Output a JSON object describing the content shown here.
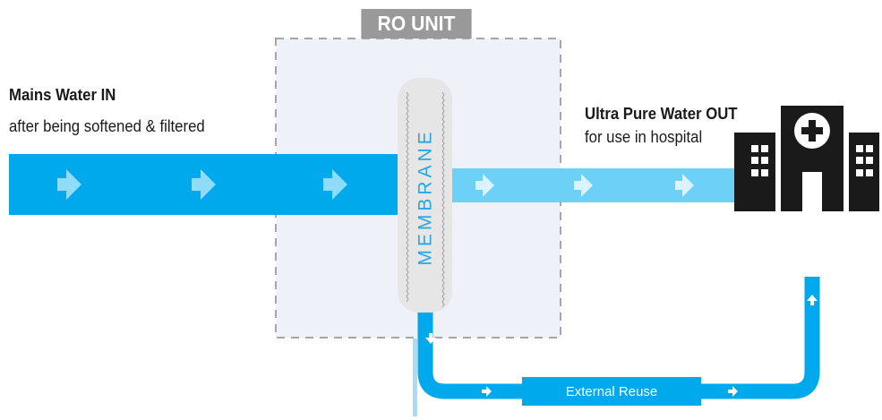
{
  "unit_label": "RO UNIT",
  "inlet": {
    "title": "Mains Water IN",
    "subtitle": "after being softened & filtered"
  },
  "outlet": {
    "title": "Ultra Pure Water OUT",
    "subtitle": "for use in hospital"
  },
  "membrane_label": "MEMBRANE",
  "reuse_label": "External Reuse",
  "icons": {
    "hospital": "hospital-building-icon",
    "flow_arrow": "arrow-right-icon"
  },
  "colors": {
    "main_flow": "#00a8ec",
    "pure_flow": "#6dd0f7",
    "arrow": "#8edcf7",
    "ro_box_fill": "#eef2f8",
    "ro_box_border": "#a6a6a6",
    "unit_label_bg": "#999999",
    "membrane_text": "#27a6e3",
    "hospital": "#1a1a1a"
  }
}
